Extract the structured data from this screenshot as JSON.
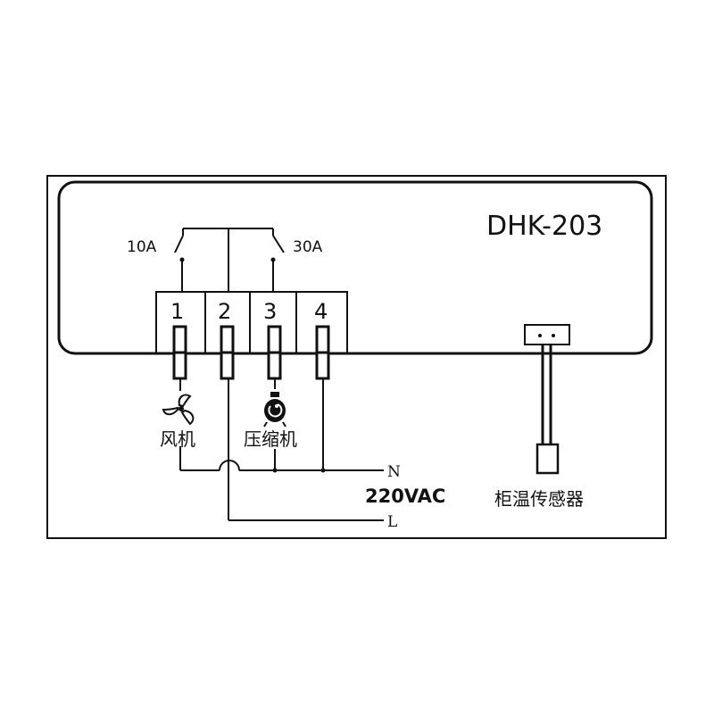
{
  "device": {
    "model": "DHK-203"
  },
  "relays": {
    "left_rating": "10A",
    "right_rating": "30A"
  },
  "terminals": [
    "1",
    "2",
    "3",
    "4"
  ],
  "loads": {
    "fan": "风机",
    "compressor": "压缩机"
  },
  "power": {
    "voltage": "220VAC",
    "neutral": "N",
    "line": "L"
  },
  "sensor": {
    "label": "柜温传感器"
  },
  "icons": [
    "fan-icon",
    "compressor-icon"
  ],
  "colors": {
    "line": "#111111",
    "background": "#ffffff"
  }
}
